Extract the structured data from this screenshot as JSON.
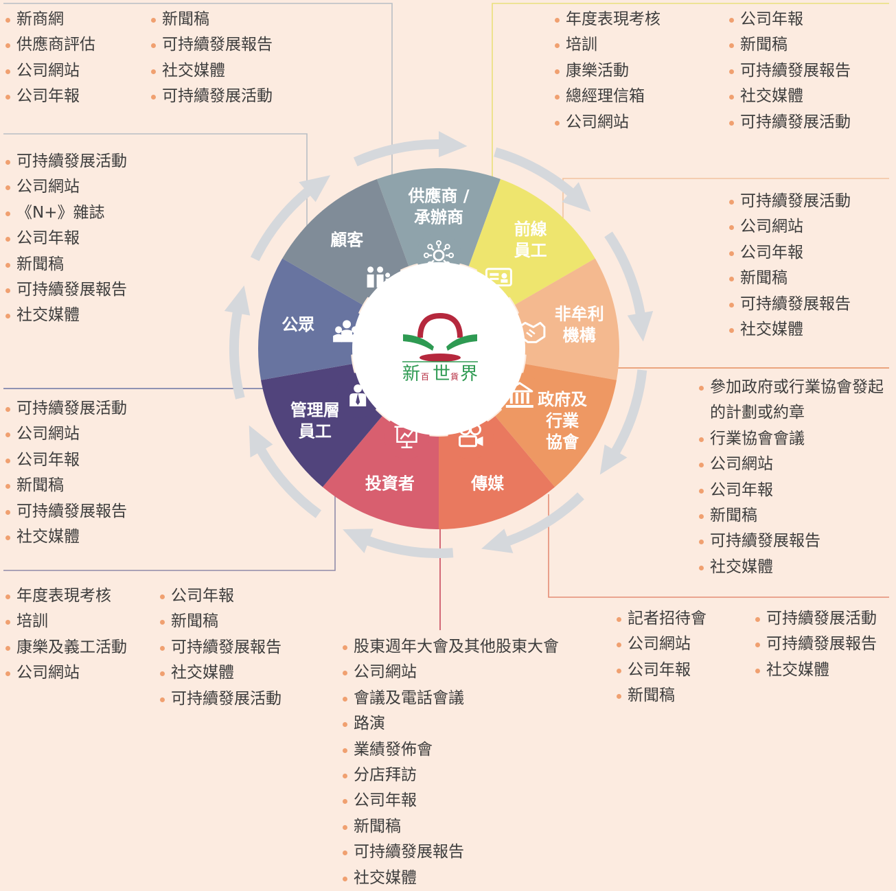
{
  "colors": {
    "bullet": "#f0a070",
    "background": "#fcebe0",
    "ring": "#d5d8dc"
  },
  "center_logo": {
    "chars": [
      "新",
      "百",
      "世",
      "貨",
      "界"
    ]
  },
  "segments": [
    {
      "key": "suppliers",
      "label": [
        "供應商 /",
        "承辦商"
      ],
      "icon": "network-icon",
      "color": "#8fa3ab"
    },
    {
      "key": "frontline",
      "label": [
        "前線",
        "員工"
      ],
      "icon": "id-card-icon",
      "color": "#eee56e"
    },
    {
      "key": "ngo",
      "label": [
        "非牟利",
        "機構"
      ],
      "icon": "handshake-icon",
      "color": "#f4b98f"
    },
    {
      "key": "government",
      "label": [
        "政府及",
        "行業",
        "協會"
      ],
      "icon": "bank-icon",
      "color": "#ee9863"
    },
    {
      "key": "media",
      "label": [
        "傳媒"
      ],
      "icon": "video-camera-icon",
      "color": "#e9795f"
    },
    {
      "key": "investors",
      "label": [
        "投資者"
      ],
      "icon": "presentation-icon",
      "color": "#d85f6f"
    },
    {
      "key": "management",
      "label": [
        "管理層",
        "員工"
      ],
      "icon": "manager-icon",
      "color": "#51447c"
    },
    {
      "key": "public",
      "label": [
        "公眾"
      ],
      "icon": "group-icon",
      "color": "#6874a0"
    },
    {
      "key": "customers",
      "label": [
        "顧客"
      ],
      "icon": "family-icon",
      "color": "#808c98"
    }
  ],
  "lists": {
    "suppliers_a": [
      "新商網",
      "供應商評估",
      "公司網站",
      "公司年報"
    ],
    "suppliers_b": [
      "新聞稿",
      "可持續發展報告",
      "社交媒體",
      "可持續發展活動"
    ],
    "frontline_a": [
      "年度表現考核",
      "培訓",
      "康樂活動",
      "總經理信箱",
      "公司網站"
    ],
    "frontline_b": [
      "公司年報",
      "新聞稿",
      "可持續發展報告",
      "社交媒體",
      "可持續發展活動"
    ],
    "customers": [
      "可持續發展活動",
      "公司網站",
      "《N+》雜誌",
      "公司年報",
      "新聞稿",
      "可持續發展報告",
      "社交媒體"
    ],
    "ngo": [
      "可持續發展活動",
      "公司網站",
      "公司年報",
      "新聞稿",
      "可持續發展報告",
      "社交媒體"
    ],
    "public": [
      "可持續發展活動",
      "公司網站",
      "公司年報",
      "新聞稿",
      "可持續發展報告",
      "社交媒體"
    ],
    "government": [
      "參加政府或行業協會發起的計劃或約章",
      "行業協會會議",
      "公司網站",
      "公司年報",
      "新聞稿",
      "可持續發展報告",
      "社交媒體"
    ],
    "management_a": [
      "年度表現考核",
      "培訓",
      "康樂及義工活動",
      "公司網站"
    ],
    "management_b": [
      "公司年報",
      "新聞稿",
      "可持續發展報告",
      "社交媒體",
      "可持續發展活動"
    ],
    "investors": [
      "股東週年大會及其他股東大會",
      "公司網站",
      "會議及電話會議",
      "路演",
      "業績發佈會",
      "分店拜訪",
      "公司年報",
      "新聞稿",
      "可持續發展報告",
      "社交媒體"
    ],
    "media_a": [
      "記者招待會",
      "公司網站",
      "公司年報",
      "新聞稿"
    ],
    "media_b": [
      "可持續發展活動",
      "可持續發展報告",
      "社交媒體"
    ]
  }
}
